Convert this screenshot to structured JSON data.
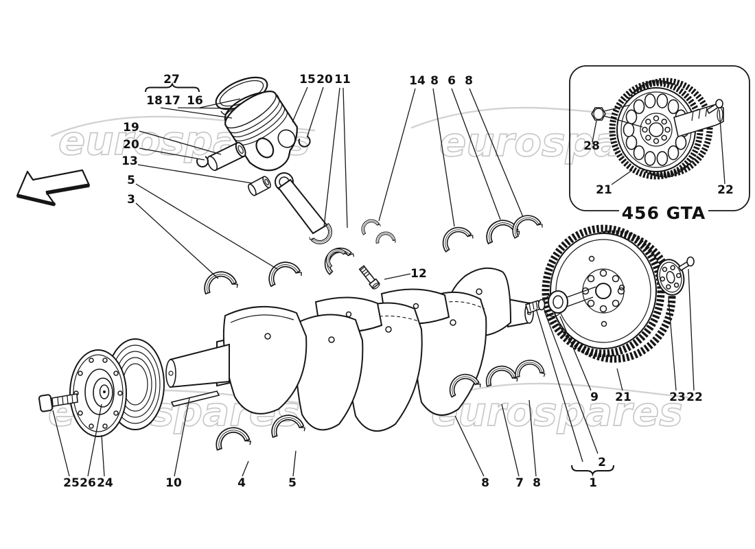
{
  "page": {
    "background_color": "#ffffff",
    "figure_color": "#161616",
    "watermark_color": "#c8c8c8"
  },
  "watermark": {
    "text": "eurospares"
  },
  "inset": {
    "model_label": "456 GTA"
  },
  "callouts": {
    "c27": "27",
    "c18": "18",
    "c17": "17",
    "c16": "16",
    "c15": "15",
    "c20a": "20",
    "c11": "11",
    "c19": "19",
    "c20b": "20",
    "c13": "13",
    "c5a": "5",
    "c3": "3",
    "c14": "14",
    "c8a": "8",
    "c6": "6",
    "c8b": "8",
    "c12": "12",
    "c28": "28",
    "c21a": "21",
    "c22a": "22",
    "c9": "9",
    "c21b": "21",
    "c23": "23",
    "c22b": "22",
    "c25": "25",
    "c26": "26",
    "c24": "24",
    "c10": "10",
    "c4": "4",
    "c5b": "5",
    "c8c": "8",
    "c7": "7",
    "c8d": "8",
    "c2": "2",
    "c1": "1"
  }
}
